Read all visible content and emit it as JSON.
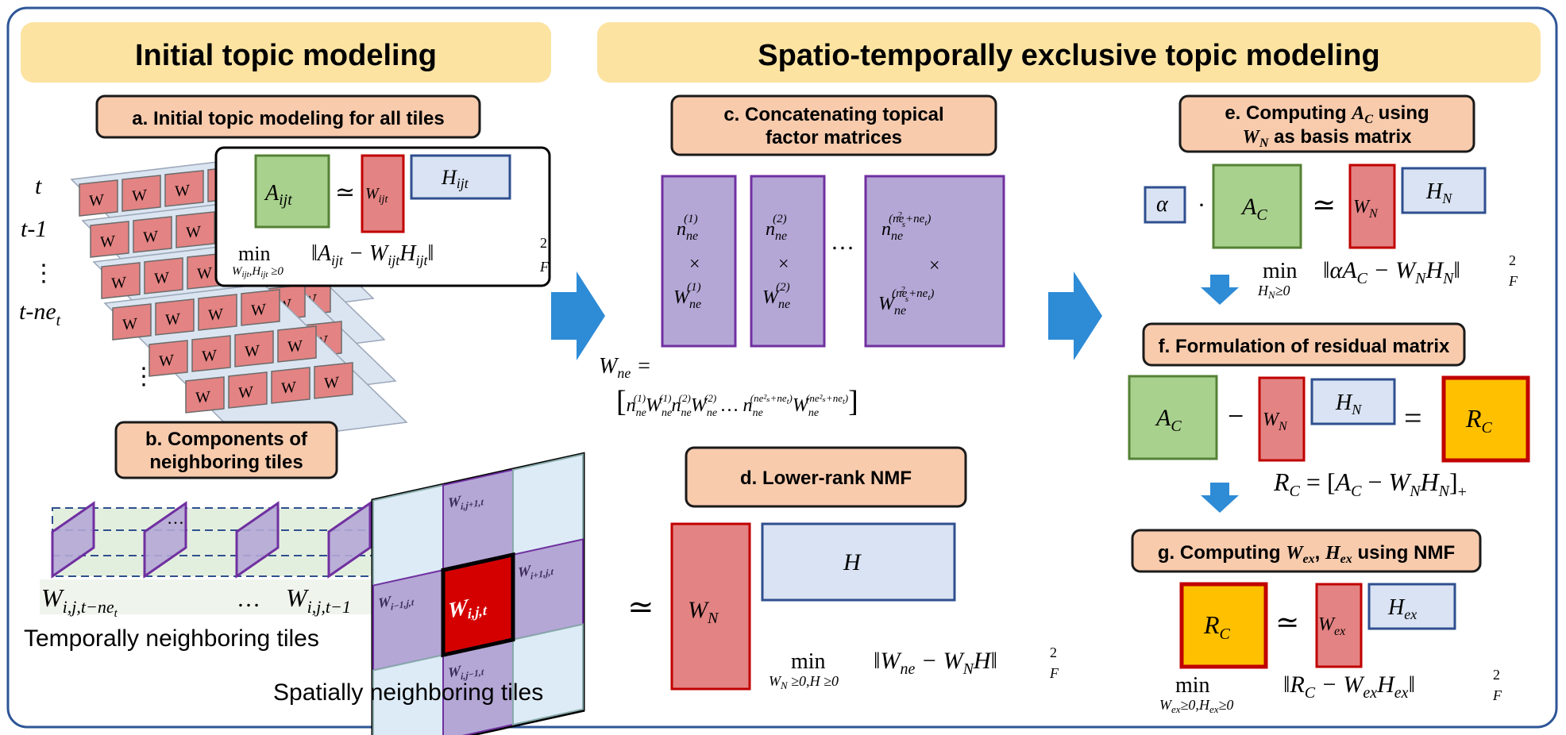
{
  "sections": {
    "initial": "Initial topic modeling",
    "exclusive": "Spatio-temporally exclusive topic modeling"
  },
  "steps": {
    "a": "a. Initial topic modeling for all tiles",
    "b_line1": "b. Components of",
    "b_line2": "neighboring tiles",
    "c_line1": "c. Concatenating topical",
    "c_line2": "factor matrices",
    "d": "d. Lower-rank NMF",
    "e_line1_prefix": "e. Computing",
    "e_line1_suffix": "using",
    "e_line2_suffix": "as basis matrix",
    "f": "f. Formulation of residual matrix",
    "g_prefix": "g. Computing",
    "g_mid": ",",
    "g_suffix": "using NMF"
  },
  "labels": {
    "temporal": "Temporally neighboring tiles",
    "spatial": "Spatially neighboring tiles"
  },
  "time_labels": [
    "t",
    "t-1",
    "⋮",
    "t-ne"
  ],
  "time_sub": "t",
  "tile_letter": "W",
  "math": {
    "A_ijt": "A",
    "ijt": "ijt",
    "W": "W",
    "H": "H",
    "approx": "≃",
    "min": "min",
    "times": "×",
    "dots": "…",
    "alpha": "α",
    "cdot": "·",
    "minus": "−",
    "equals": "=",
    "ne": "ne",
    "N": "N",
    "C": "C",
    "ex": "ex",
    "A": "A",
    "R": "R",
    "F": "F",
    "two": "2"
  },
  "colors": {
    "frame": "#2e5597",
    "section_header": "#fce3a1",
    "step_box": "#f8cbad",
    "A_green": "#a9d18e",
    "A_green_border": "#548235",
    "W_red": "#e48383",
    "W_red_border": "#c00000",
    "H_blue": "#dae3f3",
    "H_blue_border": "#2f4f8f",
    "purple_fill": "#b4a7d6",
    "purple_border": "#7030a0",
    "R_gold": "#ffc000",
    "arrow_blue": "#2e8bd6"
  }
}
